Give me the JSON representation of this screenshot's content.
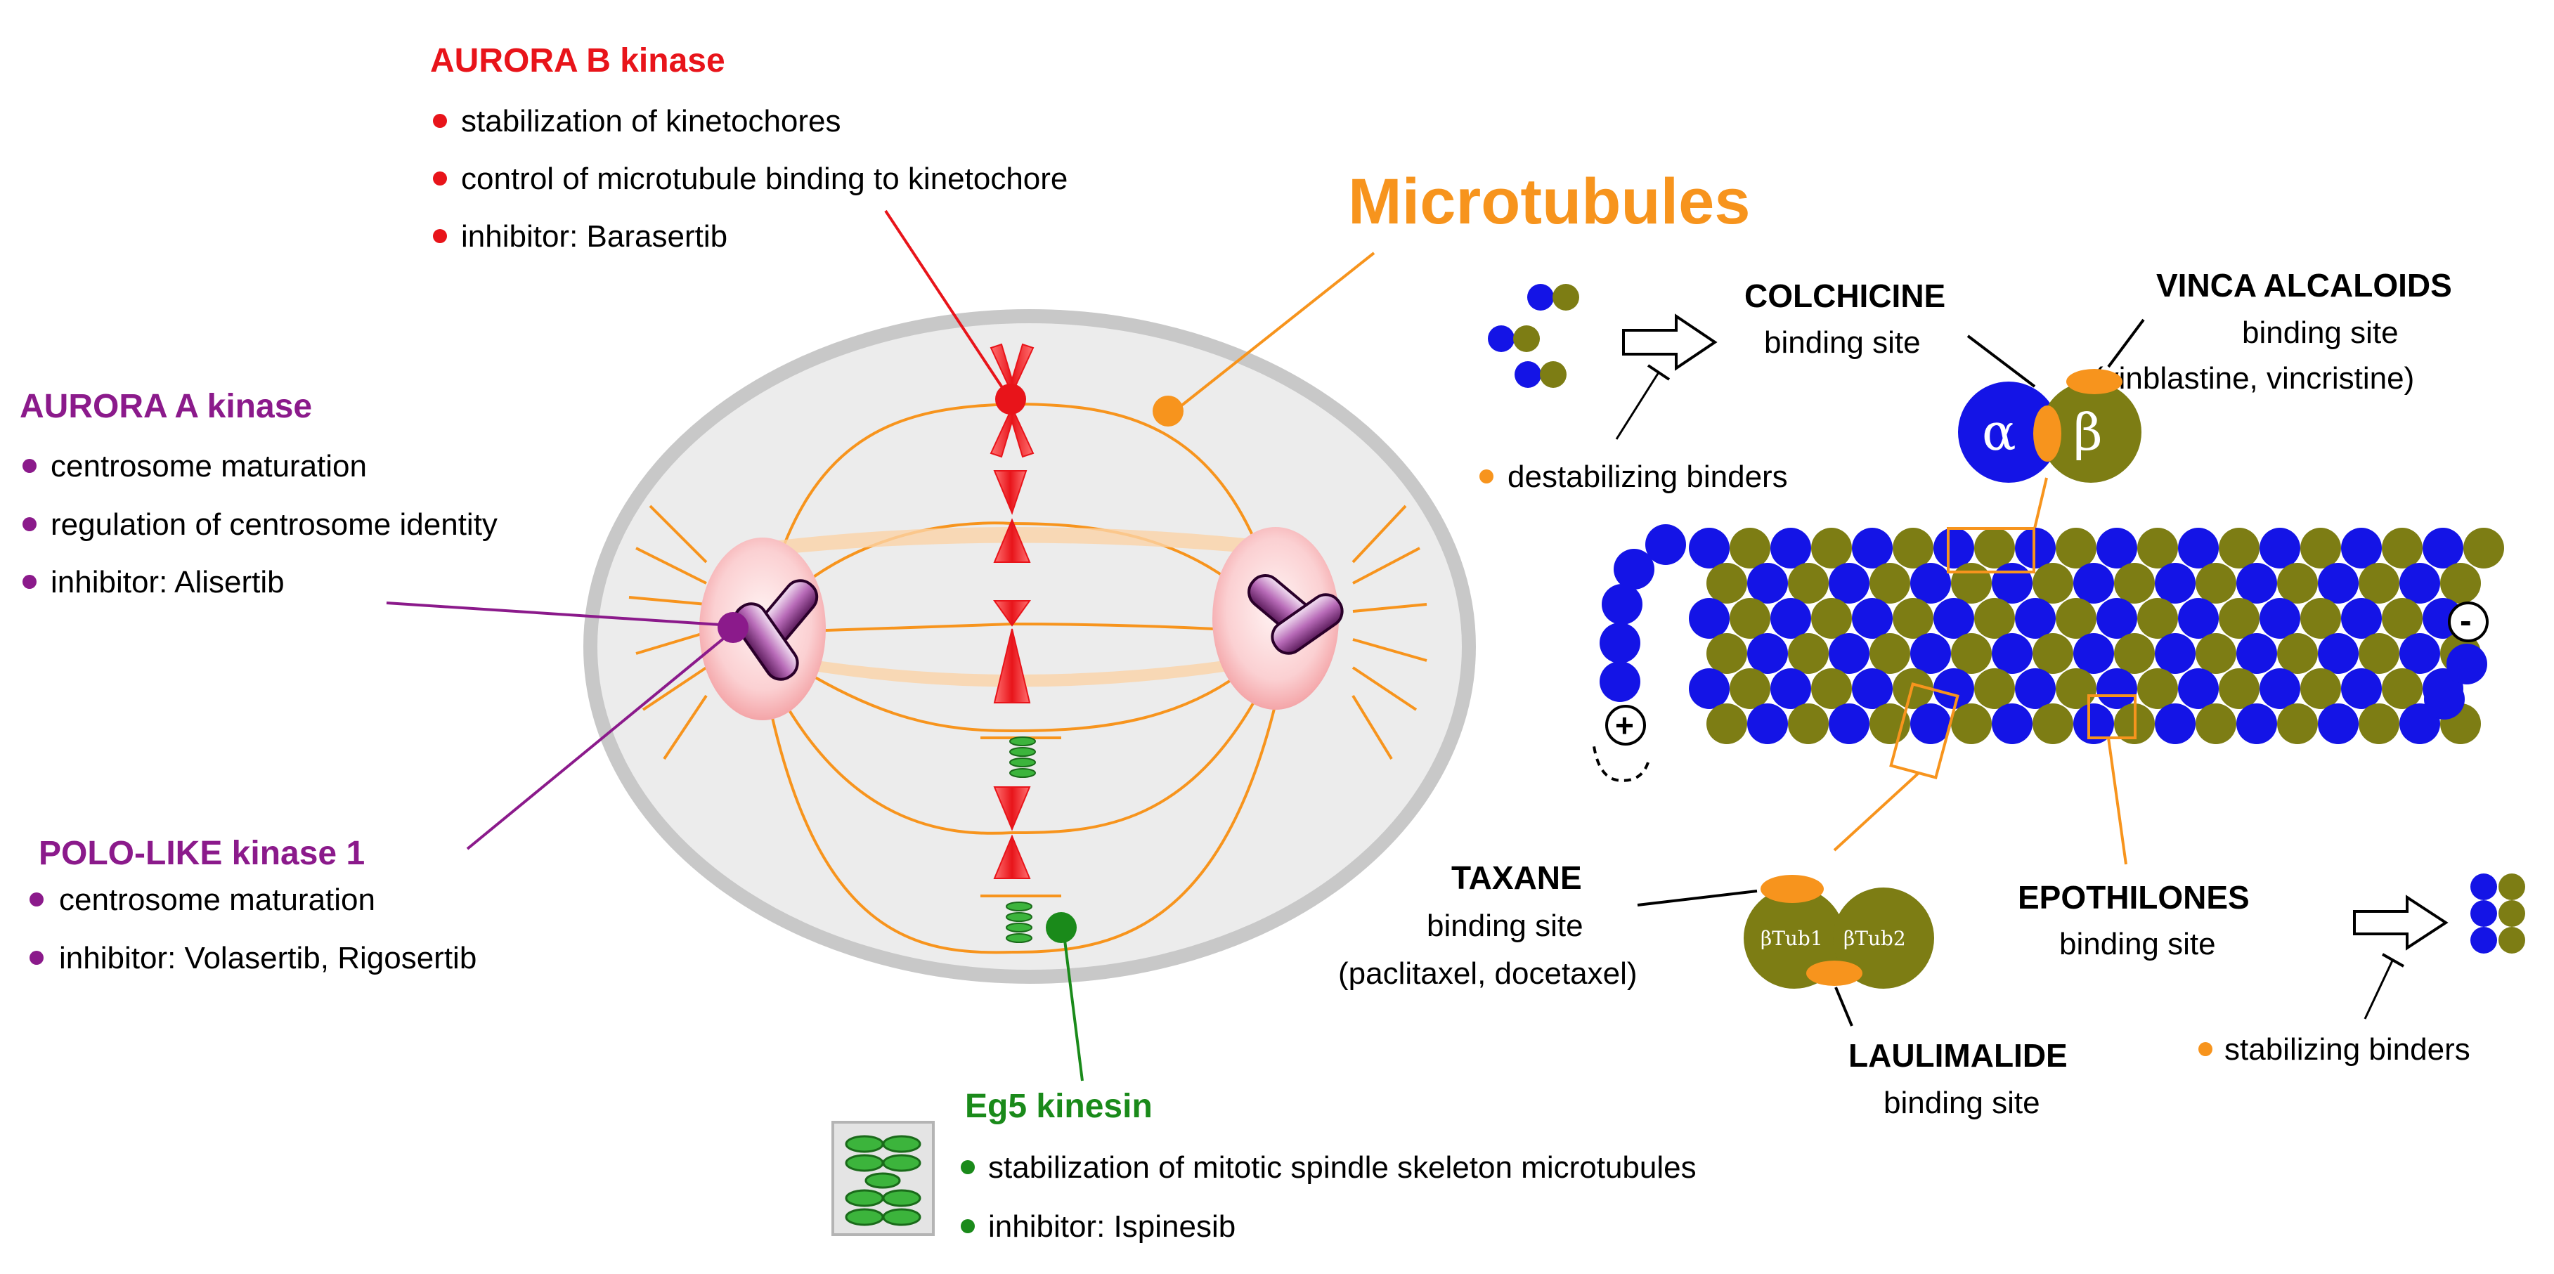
{
  "aurora_b": {
    "title": "AURORA B kinase",
    "items": [
      "stabilization of kinetochores",
      "control of microtubule binding to kinetochore",
      "inhibitor: Barasertib"
    ],
    "color": "#e8141a"
  },
  "aurora_a": {
    "title": "AURORA A kinase",
    "items": [
      "centrosome maturation",
      "regulation of centrosome identity",
      "inhibitor: Alisertib"
    ],
    "color": "#8b1a8b"
  },
  "polo": {
    "title": "POLO-LIKE kinase 1",
    "items": [
      "centrosome maturation",
      "inhibitor: Volasertib, Rigosertib"
    ],
    "color": "#8b1a8b"
  },
  "eg5": {
    "title": "Eg5 kinesin",
    "items": [
      "stabilization of mitotic spindle skeleton microtubules",
      "inhibitor: Ispinesib"
    ],
    "color": "#1a8a1a"
  },
  "microtubules": {
    "title": "Microtubules",
    "color": "#f7941d"
  },
  "colchicine": {
    "name": "COLCHICINE",
    "sub": "binding site"
  },
  "vinca": {
    "name": "VINCA ALCALOIDS",
    "sub": "binding site",
    "detail": "(vinblastine, vincristine)"
  },
  "destabilizing": "destabilizing binders",
  "stabilizing": "stabilizing binders",
  "taxane": {
    "name": "TAXANE",
    "sub": "binding site",
    "detail": "(paclitaxel, docetaxel)"
  },
  "epothilones": {
    "name": "EPOTHILONES",
    "sub": "binding site"
  },
  "laulimalide": {
    "name": "LAULIMALIDE",
    "sub": "binding site"
  },
  "tubulin": {
    "alpha": "α",
    "beta": "β",
    "btub1": "βTub1",
    "btub2": "βTub2"
  },
  "ends": {
    "plus": "+",
    "minus": "-"
  },
  "colors": {
    "alpha_blue": "#1414e6",
    "beta_olive": "#7d7d14",
    "orange": "#f7941d",
    "cell_fill": "#ececec",
    "cell_border": "#c8c8c8"
  }
}
